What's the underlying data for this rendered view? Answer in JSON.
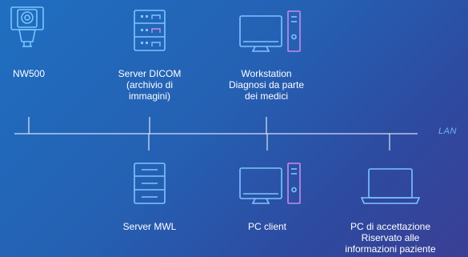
{
  "network": {
    "bus_label": "LAN",
    "colors": {
      "primary": "#7cc4ff",
      "accent": "#c78be8",
      "line": "#ffffff"
    }
  },
  "nodes_top": [
    {
      "icon": "ultrasound-device-icon",
      "lines": [
        "NW500"
      ]
    },
    {
      "icon": "server-rack-icon",
      "lines": [
        "Server DICOM",
        "(archivio di",
        "immagini)"
      ]
    },
    {
      "icon": "workstation-icon",
      "lines": [
        "Workstation",
        "Diagnosi da parte",
        "dei medici"
      ]
    }
  ],
  "nodes_bottom": [
    {
      "icon": "server-rack-icon",
      "lines": [
        "Server MWL"
      ]
    },
    {
      "icon": "desktop-pc-icon",
      "lines": [
        "PC client"
      ]
    },
    {
      "icon": "laptop-icon",
      "lines": [
        "PC di accettazione",
        "Riservato alle",
        "informazioni paziente"
      ]
    }
  ]
}
